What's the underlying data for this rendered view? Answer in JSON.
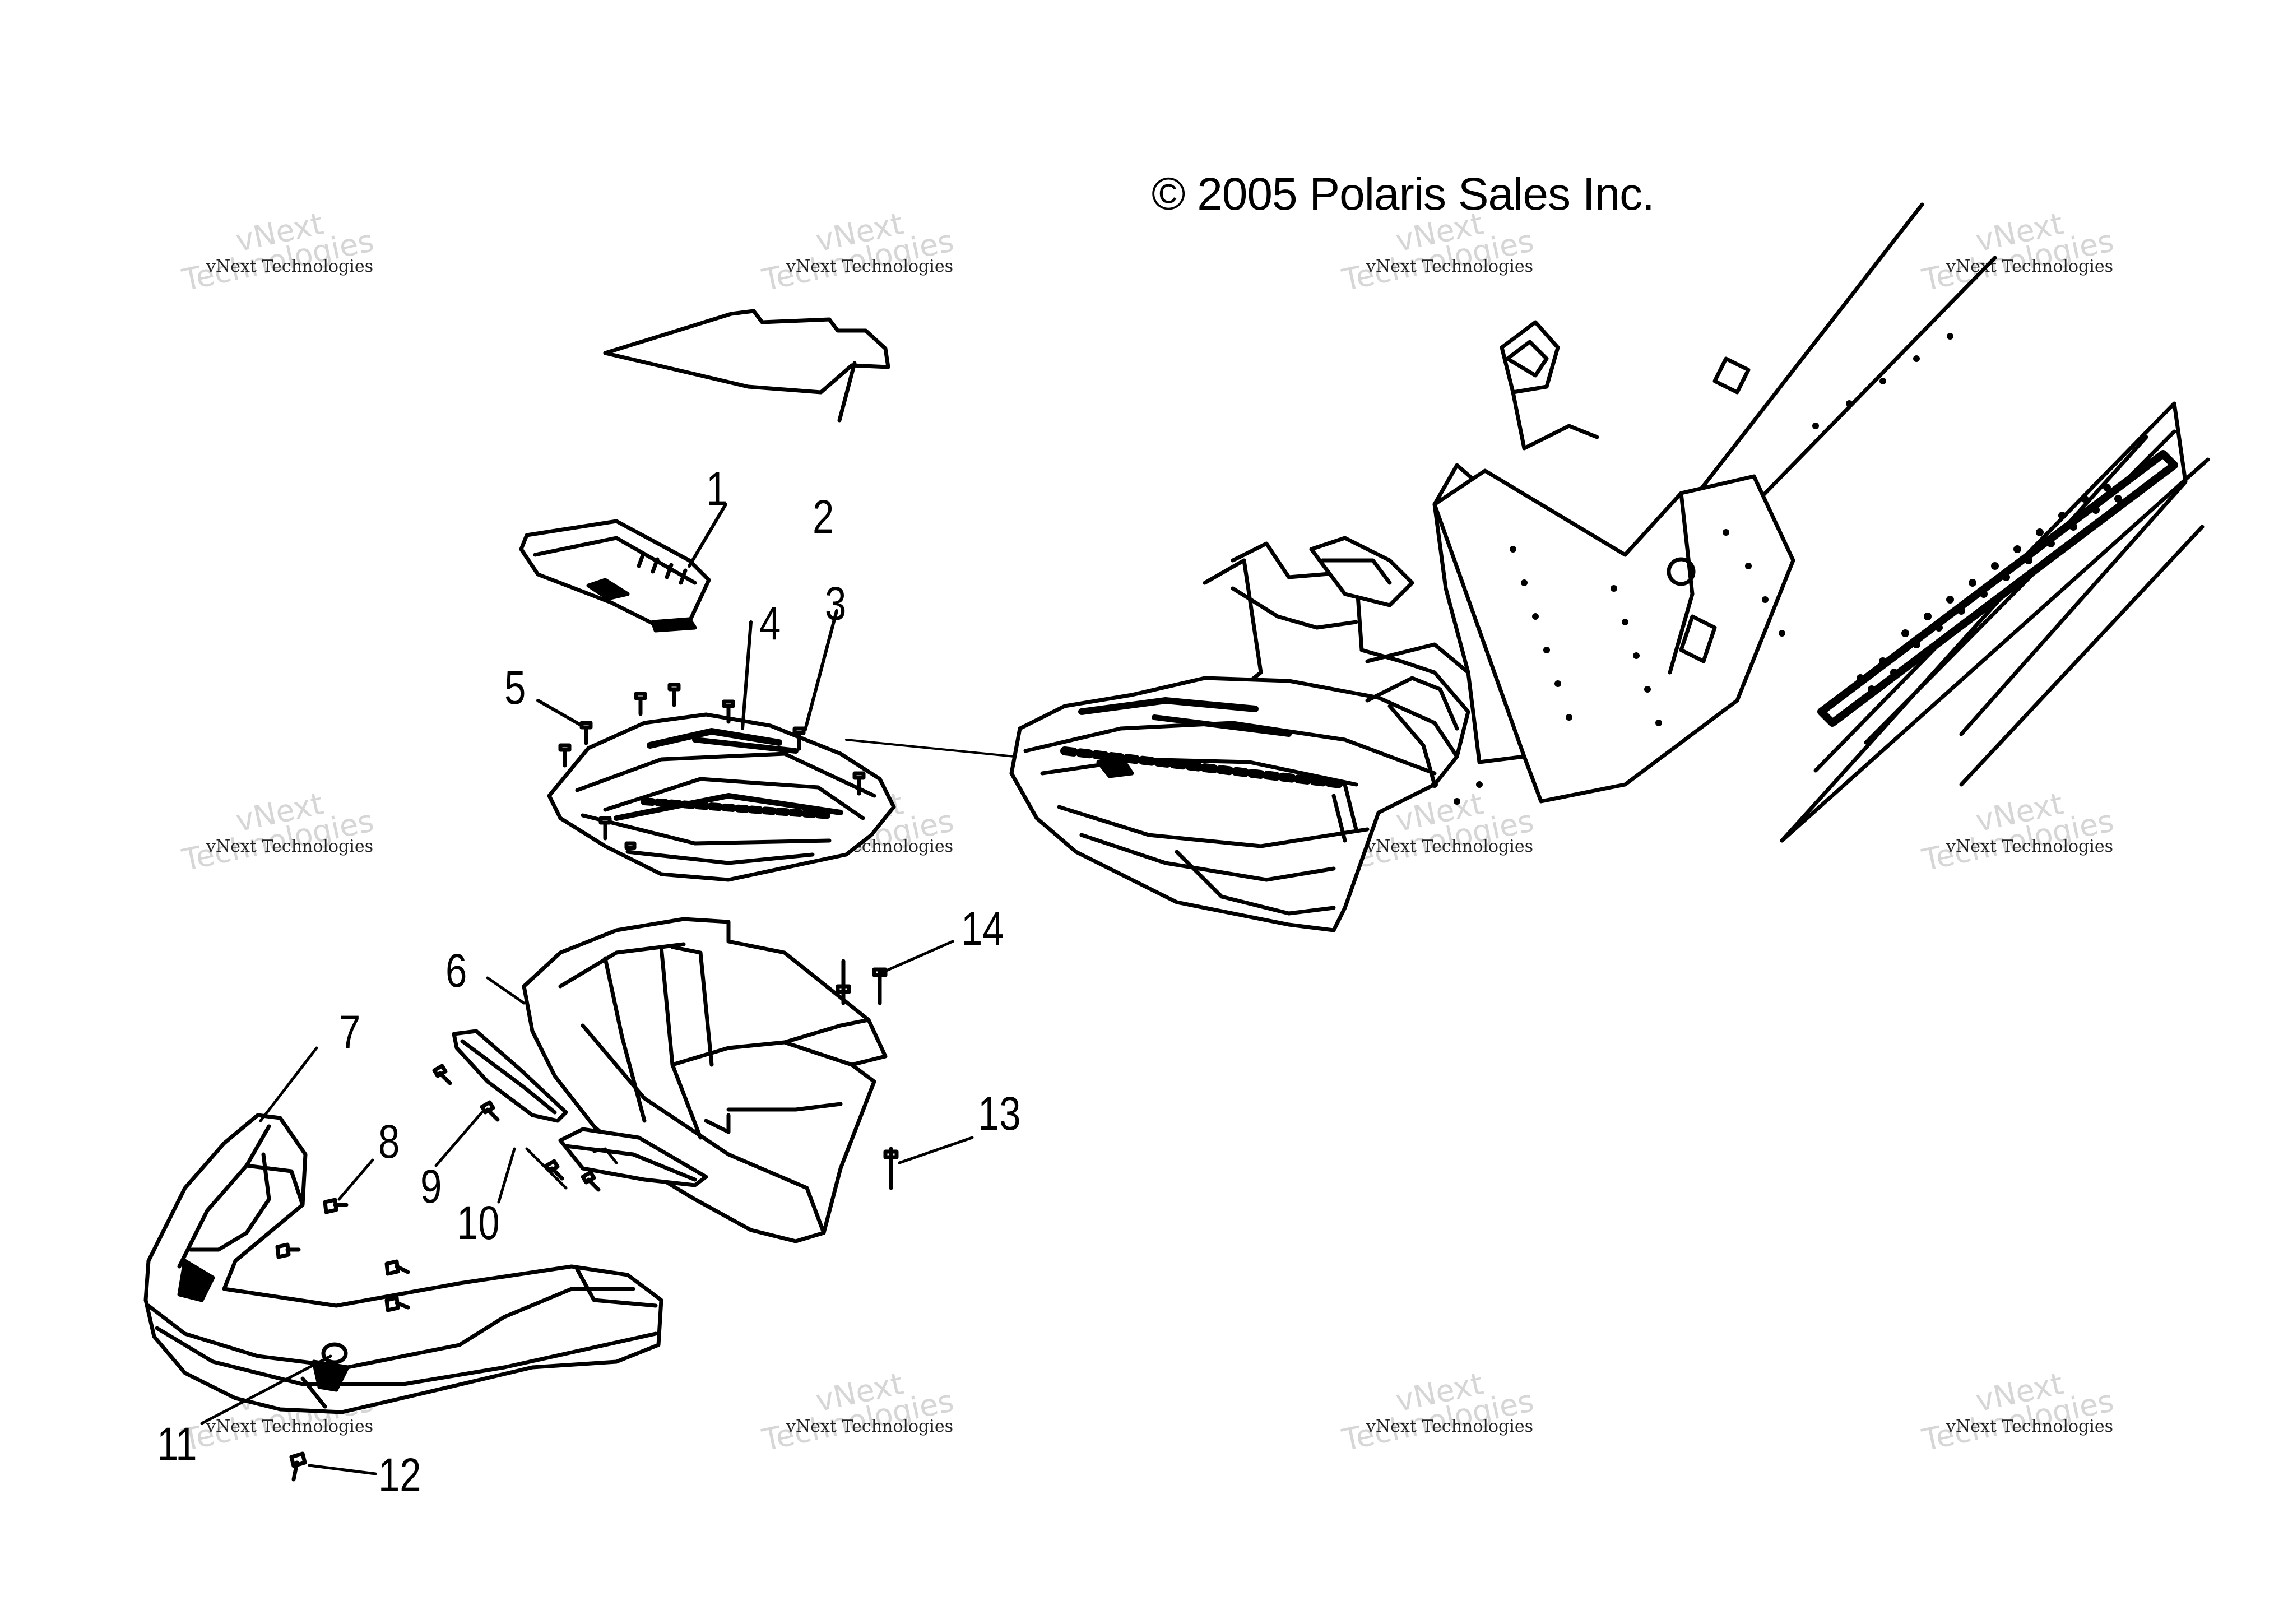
{
  "copyright": "© 2005 Polaris Sales Inc.",
  "watermark": {
    "brand": "vNext",
    "company": "Technologies",
    "full": "vNext Technologies"
  },
  "callouts": [
    "1",
    "2",
    "3",
    "4",
    "5",
    "6",
    "7",
    "8",
    "9",
    "10",
    "11",
    "12",
    "13",
    "14"
  ]
}
